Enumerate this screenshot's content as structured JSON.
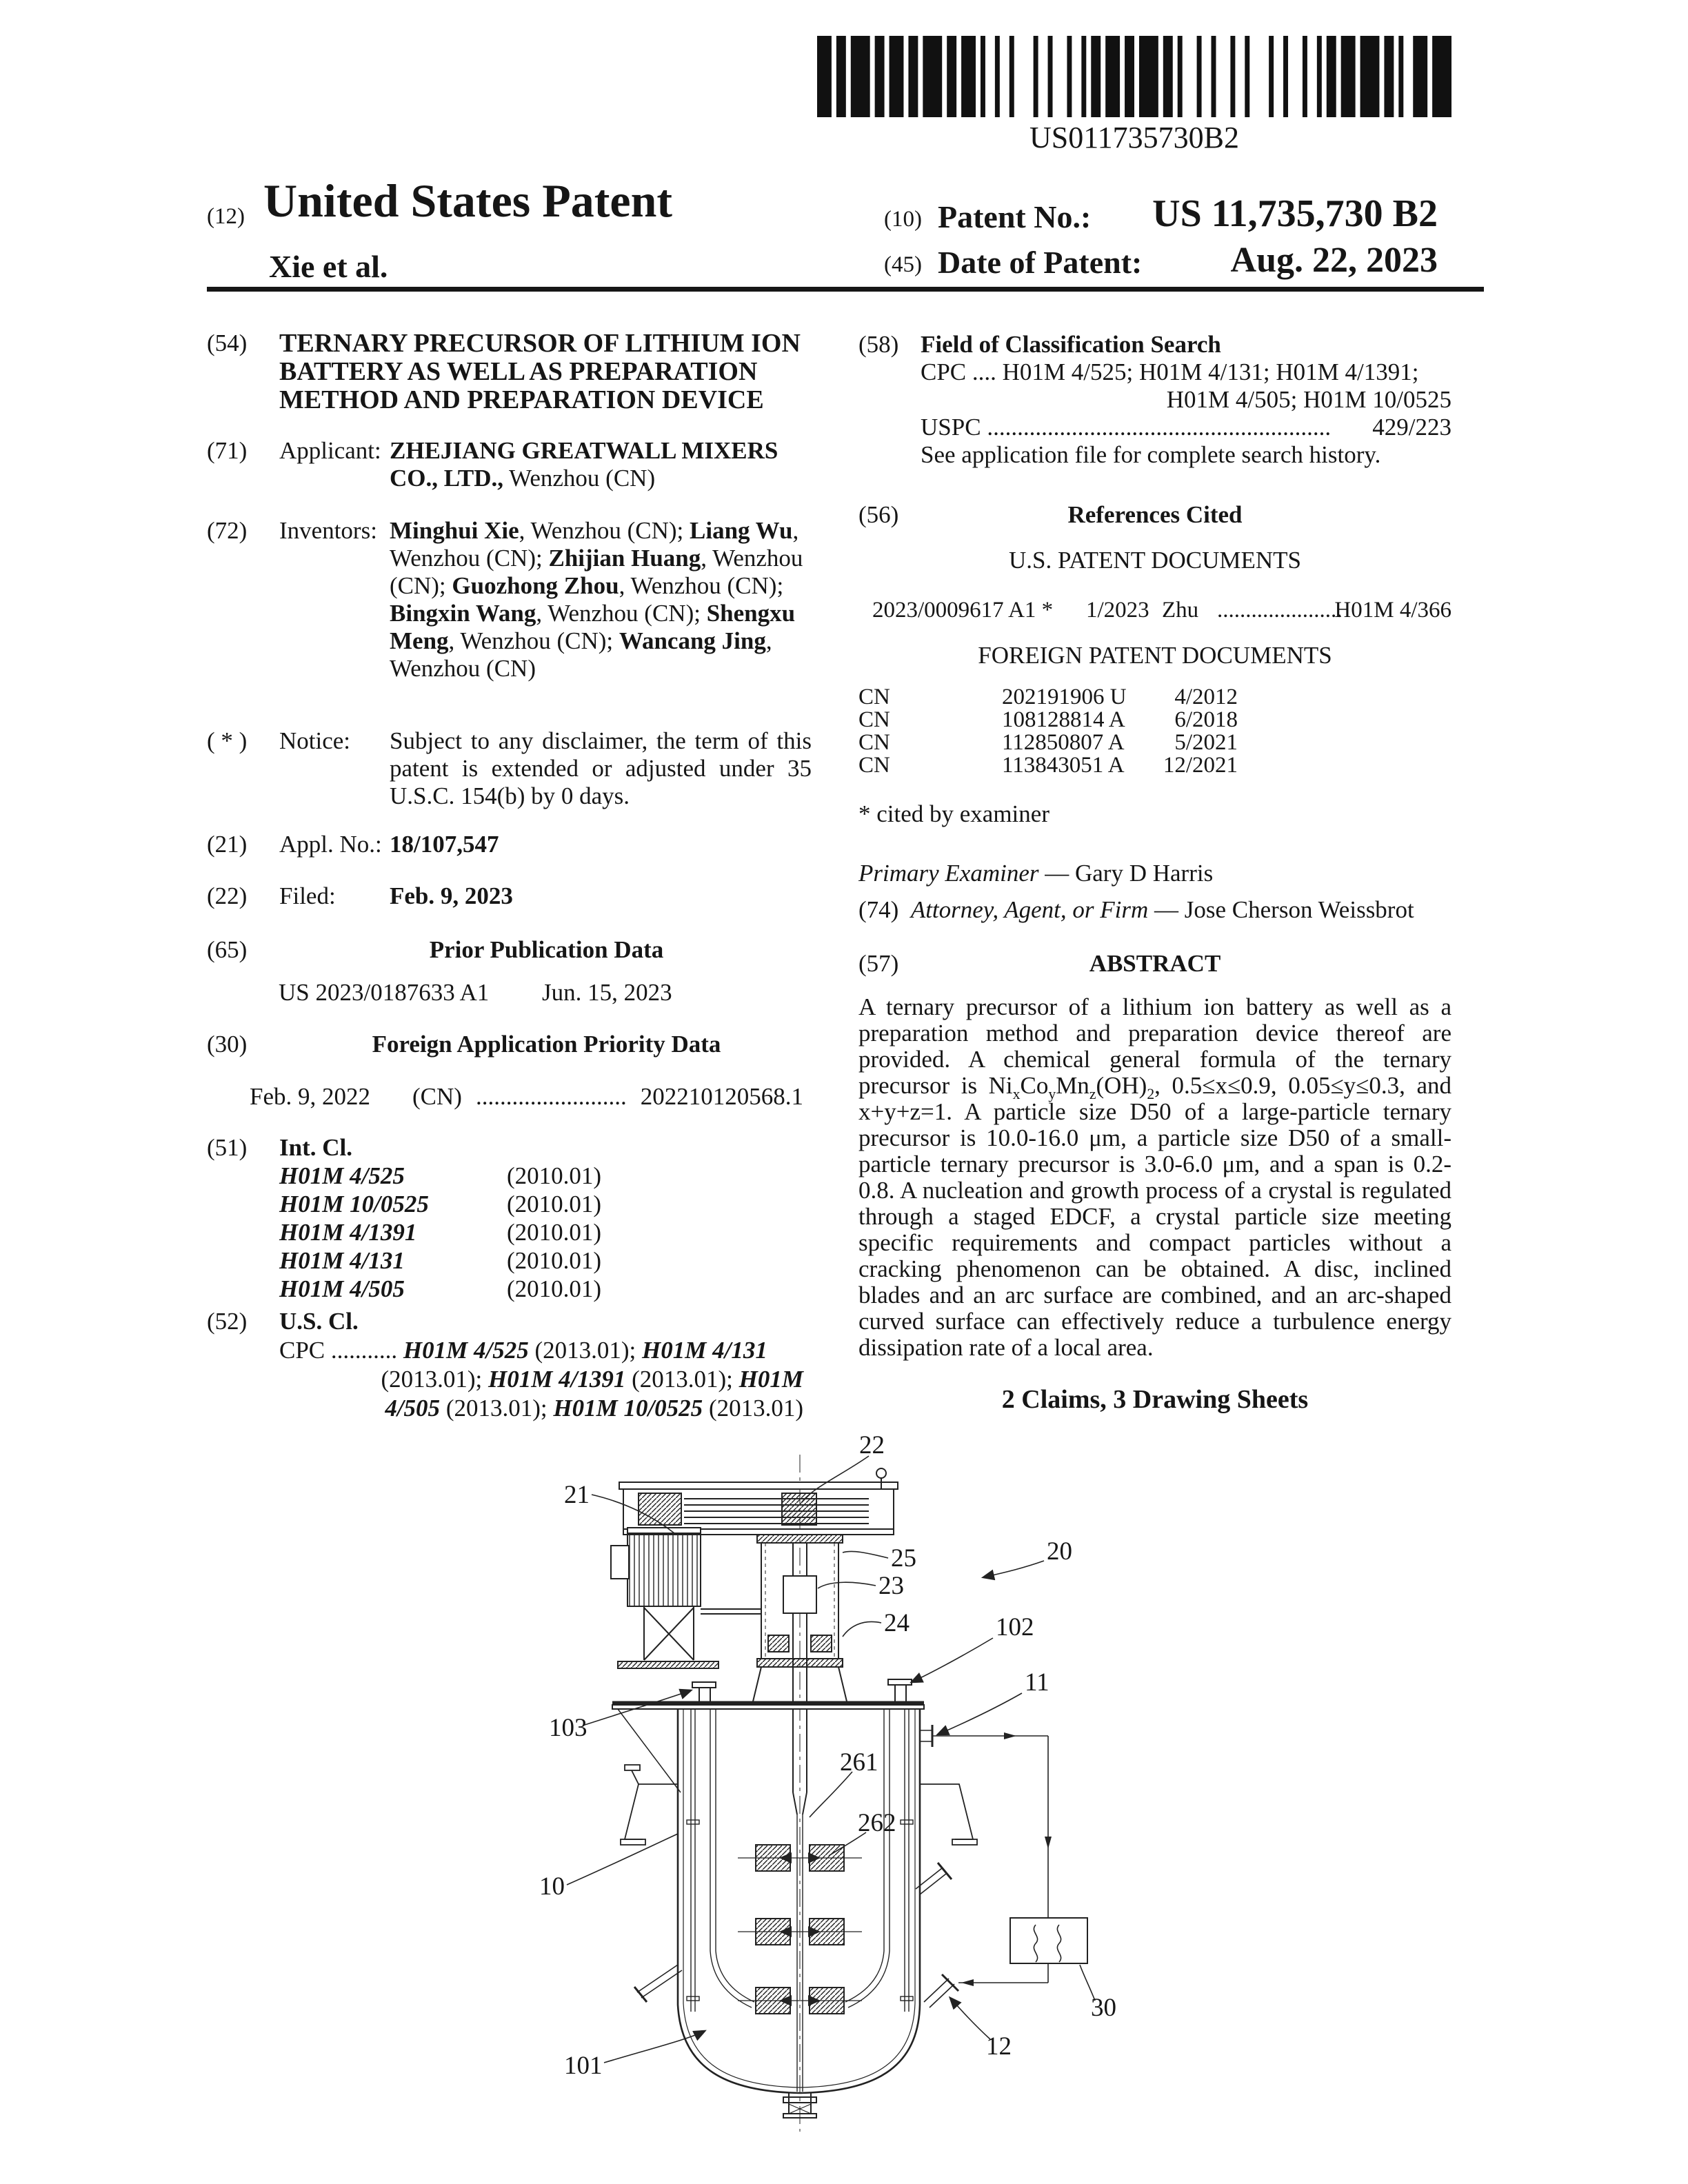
{
  "barcode": {
    "number": "US011735730B2"
  },
  "header": {
    "tag12": "(12)",
    "title": "United States Patent",
    "byline": "Xie et al.",
    "tag10": "(10)",
    "patent_no_label": "Patent No.:",
    "patent_no": "US 11,735,730 B2",
    "tag45": "(45)",
    "date_label": "Date of Patent:",
    "date": "Aug. 22, 2023"
  },
  "left": {
    "s54": {
      "tag": "(54)",
      "lines": [
        "TERNARY PRECURSOR OF LITHIUM ION",
        "BATTERY AS WELL AS PREPARATION",
        "METHOD AND PREPARATION DEVICE"
      ]
    },
    "s71": {
      "tag": "(71)",
      "label": "Applicant:",
      "name": "ZHEJIANG GREATWALL MIXERS CO., LTD.,",
      "loc": " Wenzhou (CN)"
    },
    "s72": {
      "tag": "(72)",
      "label": "Inventors:",
      "inv": [
        {
          "n": "Minghui Xie",
          "s": ", Wenzhou (CN); "
        },
        {
          "n": "Liang Wu",
          "s": ", Wenzhou (CN); "
        },
        {
          "n": "Zhijian Huang",
          "s": ", Wenzhou (CN); "
        },
        {
          "n": "Guozhong Zhou",
          "s": ", Wenzhou (CN); "
        },
        {
          "n": "Bingxin Wang",
          "s": ", Wenzhou (CN); "
        },
        {
          "n": "Shengxu Meng",
          "s": ", Wenzhou (CN); "
        },
        {
          "n": "Wancang Jing",
          "s": ", Wenzhou (CN)"
        }
      ]
    },
    "notice": {
      "tag": "( * )",
      "label": "Notice:",
      "text": "Subject to any disclaimer, the term of this patent is extended or adjusted under 35 U.S.C. 154(b) by 0 days."
    },
    "s21": {
      "tag": "(21)",
      "label": "Appl. No.:",
      "value": "18/107,547"
    },
    "s22": {
      "tag": "(22)",
      "label": "Filed:",
      "value": "Feb. 9, 2023"
    },
    "s65": {
      "tag": "(65)",
      "heading": "Prior Publication Data",
      "pub_no": "US 2023/0187633 A1",
      "pub_date": "Jun. 15, 2023"
    },
    "s30": {
      "tag": "(30)",
      "heading": "Foreign Application Priority Data",
      "date": "Feb. 9, 2022",
      "country": "(CN)",
      "dots": ".........................",
      "number": "202210120568.1"
    },
    "s51": {
      "tag": "(51)",
      "heading": "Int. Cl.",
      "rows": [
        {
          "code": "H01M 4/525",
          "ver": "(2010.01)"
        },
        {
          "code": "H01M 10/0525",
          "ver": "(2010.01)"
        },
        {
          "code": "H01M 4/1391",
          "ver": "(2010.01)"
        },
        {
          "code": "H01M 4/131",
          "ver": "(2010.01)"
        },
        {
          "code": "H01M 4/505",
          "ver": "(2010.01)"
        }
      ]
    },
    "s52": {
      "tag": "(52)",
      "heading": "U.S. Cl.",
      "cpc_label": "CPC",
      "dots": "........... ",
      "l1a": "H01M 4/525",
      "l1b": " (2013.01); ",
      "l1c": "H01M 4/131",
      "l2a": "(2013.01); ",
      "l2b": "H01M 4/1391",
      "l2c": " (2013.01); ",
      "l2d": "H01M",
      "l3a": "4/505",
      "l3b": " (2013.01); ",
      "l3c": "H01M 10/0525",
      "l3d": " (2013.01)"
    }
  },
  "right": {
    "s58": {
      "tag": "(58)",
      "heading": "Field of Classification Search",
      "cpc_label": "CPC",
      "cpc_dots": " .... ",
      "cpc1": "H01M 4/525; H01M 4/131; H01M 4/1391;",
      "cpc2": "H01M 4/505; H01M 10/0525",
      "uspc_label": "USPC",
      "uspc_dots": ".........................................................",
      "uspc_value": "429/223",
      "note": "See application file for complete search history."
    },
    "s56": {
      "tag": "(56)",
      "heading": "References Cited",
      "us_heading": "U.S. PATENT DOCUMENTS",
      "us_row": {
        "number": "2023/0009617 A1 *",
        "date": "1/2023",
        "name": "Zhu",
        "dots": "......................",
        "class": "H01M 4/366"
      },
      "foreign_heading": "FOREIGN PATENT DOCUMENTS",
      "foreign": [
        {
          "cc": "CN",
          "num": "202191906 U",
          "date": "4/2012"
        },
        {
          "cc": "CN",
          "num": "108128814 A",
          "date": "6/2018"
        },
        {
          "cc": "CN",
          "num": "112850807 A",
          "date": "5/2021"
        },
        {
          "cc": "CN",
          "num": "113843051 A",
          "date": "12/2021"
        }
      ],
      "cited": "* cited by examiner"
    },
    "examiner": {
      "label": "Primary Examiner",
      "value": " — Gary D Harris"
    },
    "attorney": {
      "tag": "(74)",
      "label": "Attorney, Agent, or Firm",
      "value": " — Jose Cherson Weissbrot"
    },
    "s57": {
      "tag": "(57)",
      "heading": "ABSTRACT",
      "t0": "A ternary precursor of a lithium ion battery as well as a preparation method and preparation device thereof are provided. A chemical general formula of the ternary precursor is Ni",
      "s0": "x",
      "t1": "Co",
      "s1": "y",
      "t2": "Mn",
      "s2": "z",
      "t3": "(OH)",
      "s3": "2",
      "t4": ", 0.5≤x≤0.9, 0.05≤y≤0.3, and x+y+z=1. A particle size D50 of a large-particle ternary precursor is 10.0-16.0 μm, a particle size D50 of a small-particle ternary precursor is 3.0-6.0 μm, and a span is 0.2-0.8. A nucleation and growth process of a crystal is regulated through a staged EDCF, a crystal particle size meeting specific requirements and compact particles without a cracking phenomenon can be obtained. A disc, inclined blades and an arc surface are combined, and an arc-shaped curved surface can effectively reduce a turbulence energy dissipation rate of a local area."
    },
    "claims_line": "2 Claims, 3 Drawing Sheets"
  },
  "figure": {
    "labels": {
      "n10": "10",
      "n11": "11",
      "n12": "12",
      "n20": "20",
      "n21": "21",
      "n22": "22",
      "n23": "23",
      "n24": "24",
      "n25": "25",
      "n30": "30",
      "n101": "101",
      "n102": "102",
      "n103": "103",
      "n261": "261",
      "n262": "262"
    }
  }
}
